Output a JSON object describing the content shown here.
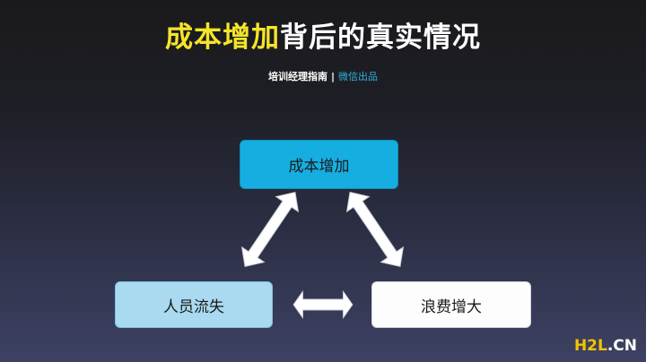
{
  "title": {
    "highlight": "成本增加",
    "rest": "背后的真实情况",
    "highlight_color": "#f5e52a"
  },
  "subtitle": {
    "author": "培训经理指南",
    "separator": "|",
    "source": "微信出品",
    "source_color": "#2fb3e0"
  },
  "nodes": {
    "top": {
      "label": "成本增加",
      "color": "#16aee0"
    },
    "left": {
      "label": "人员流失",
      "color": "#a9daef"
    },
    "right": {
      "label": "浪费增大",
      "color": "#fdfdfd"
    }
  },
  "edges": [
    {
      "from": "top",
      "to": "left",
      "type": "bidirectional"
    },
    {
      "from": "top",
      "to": "right",
      "type": "bidirectional"
    },
    {
      "from": "left",
      "to": "right",
      "type": "bidirectional"
    }
  ],
  "watermark": {
    "brand": "H2L",
    "suffix": ".CN"
  }
}
